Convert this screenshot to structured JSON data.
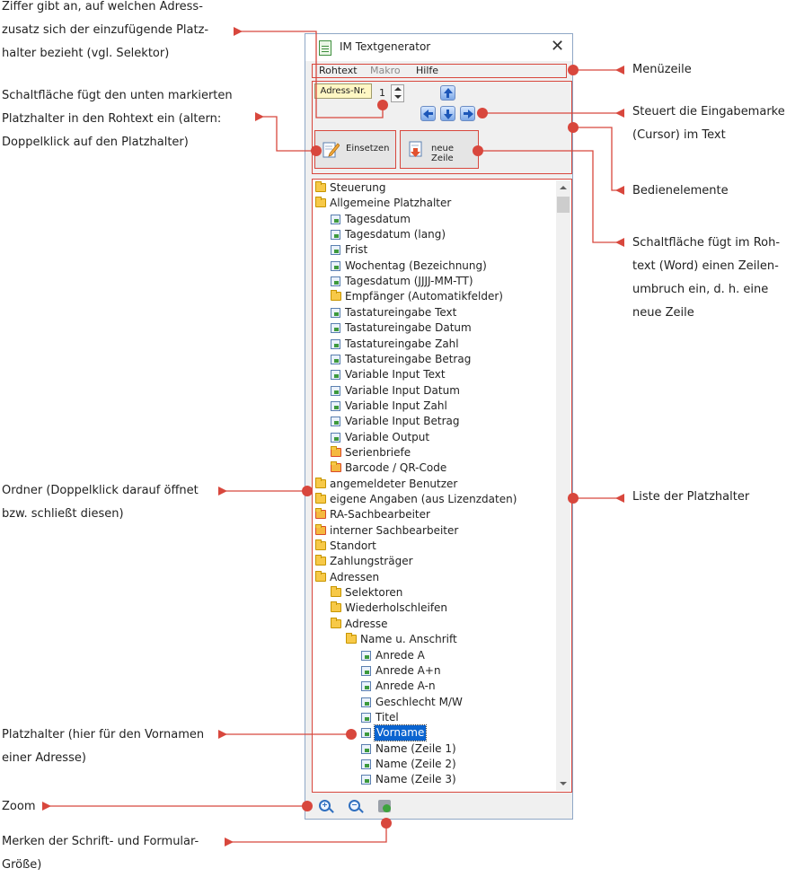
{
  "window": {
    "title": "IM Textgenerator",
    "close": "✕"
  },
  "menu": [
    "Rohtext",
    "Makro",
    "Hilfe"
  ],
  "controls": {
    "address_label": "Adress-Nr.",
    "address_value": "1",
    "insert_button": "Einsetzen",
    "newline_button": "neue Zeile"
  },
  "tree": [
    {
      "label": "Steuerung",
      "level": 0,
      "icon": "folder"
    },
    {
      "label": "Allgemeine Platzhalter",
      "level": 0,
      "icon": "folder"
    },
    {
      "label": "Tagesdatum",
      "level": 1,
      "icon": "item"
    },
    {
      "label": "Tagesdatum (lang)",
      "level": 1,
      "icon": "item"
    },
    {
      "label": "Frist",
      "level": 1,
      "icon": "item"
    },
    {
      "label": "Wochentag (Bezeichnung)",
      "level": 1,
      "icon": "item"
    },
    {
      "label": "Tagesdatum (JJJJ-MM-TT)",
      "level": 1,
      "icon": "item"
    },
    {
      "label": "Empfänger (Automatikfelder)",
      "level": 1,
      "icon": "folder"
    },
    {
      "label": "Tastatureingabe Text",
      "level": 1,
      "icon": "item"
    },
    {
      "label": "Tastatureingabe Datum",
      "level": 1,
      "icon": "item"
    },
    {
      "label": "Tastatureingabe Zahl",
      "level": 1,
      "icon": "item"
    },
    {
      "label": "Tastatureingabe Betrag",
      "level": 1,
      "icon": "item"
    },
    {
      "label": "Variable Input Text",
      "level": 1,
      "icon": "item"
    },
    {
      "label": "Variable Input Datum",
      "level": 1,
      "icon": "item"
    },
    {
      "label": "Variable Input Zahl",
      "level": 1,
      "icon": "item"
    },
    {
      "label": "Variable Input Betrag",
      "level": 1,
      "icon": "item"
    },
    {
      "label": "Variable Output",
      "level": 1,
      "icon": "item"
    },
    {
      "label": "Serienbriefe",
      "level": 1,
      "icon": "folder-red"
    },
    {
      "label": "Barcode / QR-Code",
      "level": 1,
      "icon": "folder-red"
    },
    {
      "label": "angemeldeter Benutzer",
      "level": 0,
      "icon": "folder"
    },
    {
      "label": "eigene Angaben (aus Lizenzdaten)",
      "level": 0,
      "icon": "folder"
    },
    {
      "label": "RA-Sachbearbeiter",
      "level": 0,
      "icon": "folder-red"
    },
    {
      "label": "interner Sachbearbeiter",
      "level": 0,
      "icon": "folder-red"
    },
    {
      "label": "Standort",
      "level": 0,
      "icon": "folder"
    },
    {
      "label": "Zahlungsträger",
      "level": 0,
      "icon": "folder"
    },
    {
      "label": "Adressen",
      "level": 0,
      "icon": "folder"
    },
    {
      "label": "Selektoren",
      "level": 1,
      "icon": "folder"
    },
    {
      "label": "Wiederholschleifen",
      "level": 1,
      "icon": "folder"
    },
    {
      "label": "Adresse",
      "level": 1,
      "icon": "folder"
    },
    {
      "label": "Name u. Anschrift",
      "level": 2,
      "icon": "folder"
    },
    {
      "label": "Anrede A",
      "level": 3,
      "icon": "item"
    },
    {
      "label": "Anrede A+n",
      "level": 3,
      "icon": "item"
    },
    {
      "label": "Anrede A-n",
      "level": 3,
      "icon": "item"
    },
    {
      "label": "Geschlecht M/W",
      "level": 3,
      "icon": "item"
    },
    {
      "label": "Titel",
      "level": 3,
      "icon": "item"
    },
    {
      "label": "Vorname",
      "level": 3,
      "icon": "item",
      "selected": true
    },
    {
      "label": "Name (Zeile 1)",
      "level": 3,
      "icon": "item"
    },
    {
      "label": "Name (Zeile 2)",
      "level": 3,
      "icon": "item"
    },
    {
      "label": "Name (Zeile 3)",
      "level": 3,
      "icon": "item"
    }
  ],
  "annotations": {
    "address_digit": [
      "Ziffer gibt an, auf welchen Adress-",
      "zusatz sich der einzufügende Platz-",
      "halter bezieht (vgl. Selektor)"
    ],
    "insert_button": [
      "Schaltfläche fügt den unten markierten",
      "Platzhalter in den Rohtext ein (altern:",
      "Doppelklick auf den Platzhalter)"
    ],
    "menubar": [
      "Menüzeile"
    ],
    "cursor": [
      "Steuert die Eingabemarke",
      "(Cursor) im Text"
    ],
    "controls": [
      "Bedienelemente"
    ],
    "newline": [
      "Schaltfläche fügt im Roh-",
      "text (Word) einen Zeilen-",
      "umbruch ein, d. h. eine",
      "neue Zeile"
    ],
    "folder": [
      "Ordner (Doppelklick darauf öffnet",
      "bzw. schließt diesen)"
    ],
    "list": [
      "Liste der Platzhalter"
    ],
    "placeholder": [
      "Platzhalter (hier für den Vornamen",
      "einer Adresse)"
    ],
    "zoom": [
      "Zoom"
    ],
    "remember": [
      "Merken der Schrift- und Formular-",
      "Größe)"
    ]
  },
  "colors": {
    "annotation": "#d8473d",
    "selection": "#0a64d0"
  }
}
